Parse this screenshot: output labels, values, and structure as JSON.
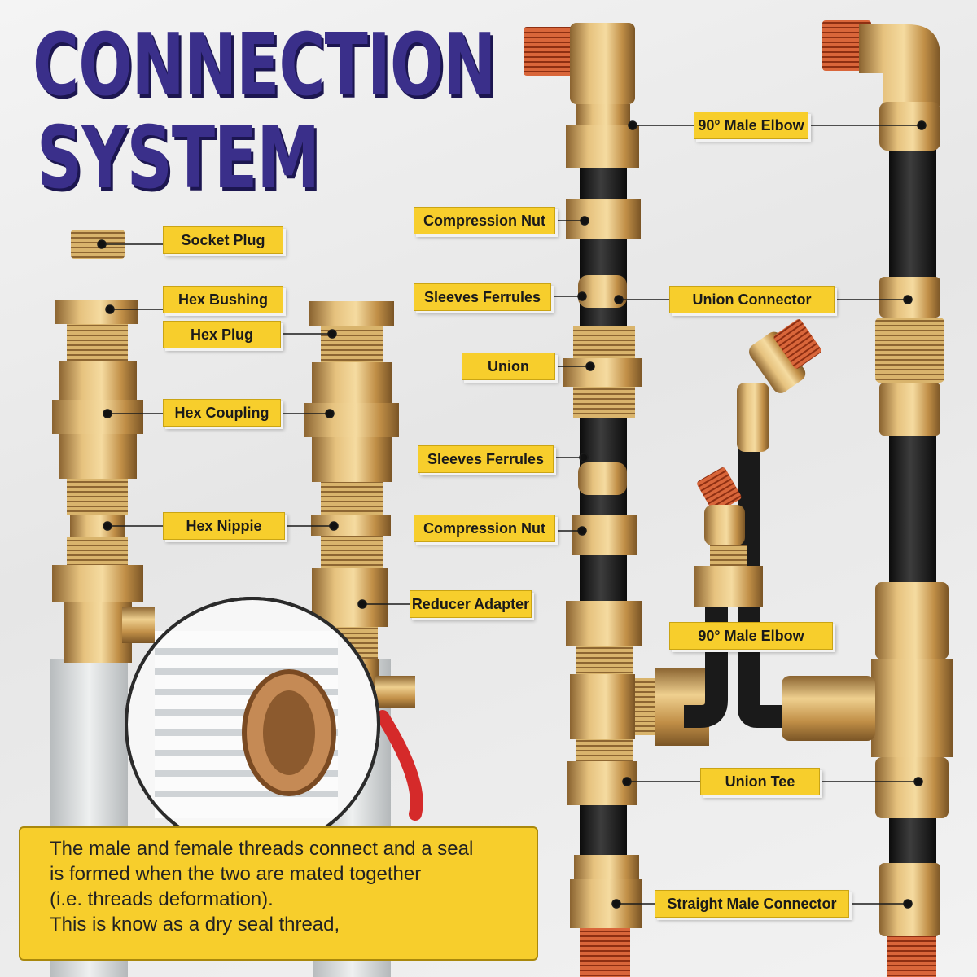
{
  "title": {
    "line1": "CONNECTION",
    "line2": "SYSTEM"
  },
  "labels": {
    "socket_plug": "Socket Plug",
    "hex_bushing": "Hex Bushing",
    "hex_plug": "Hex Plug",
    "hex_coupling": "Hex Coupling",
    "hex_nipple": "Hex Nippie",
    "reducer_adapter": "Reducer Adapter",
    "male_elbow_top": "90° Male Elbow",
    "compression_nut_top": "Compression Nut",
    "sleeves_ferrules_top": "Sleeves Ferrules",
    "union_connector": "Union Connector",
    "union": "Union",
    "sleeves_ferrules_mid": "Sleeves Ferrules",
    "compression_nut_mid": "Compression Nut",
    "male_elbow_mid": "90° Male Elbow",
    "union_tee": "Union Tee",
    "straight_male_connector": "Straight Male Connector"
  },
  "note": {
    "line1": "The male and female threads connect and a seal",
    "line2": "is formed when the two are mated together",
    "line3": "(i.e. threads deformation).",
    "line4": "This is know as a dry seal thread,"
  },
  "colors": {
    "title": "#3a2f8a",
    "label_bg": "#f7ce2c",
    "brass": "#c99a52",
    "tube": "#1e1e1e",
    "pipe": "#d7dadb"
  }
}
